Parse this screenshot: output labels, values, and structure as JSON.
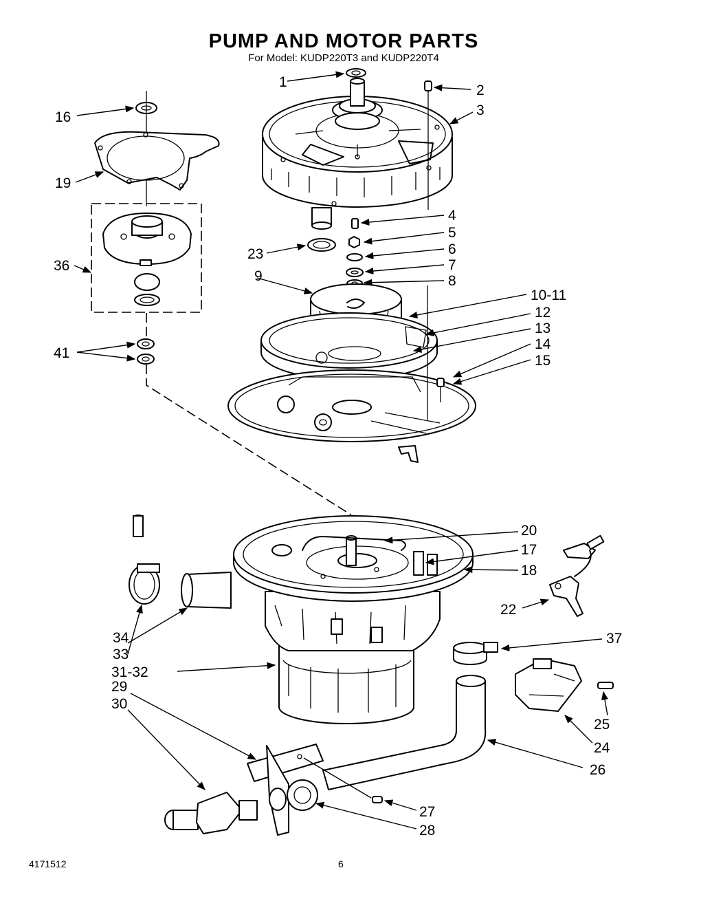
{
  "title": "PUMP AND MOTOR PARTS",
  "subtitle": "For Model: KUDP220T3 and KUDP220T4",
  "doc_number": "4171512",
  "page_number": "6",
  "callouts": [
    "1",
    "2",
    "3",
    "4",
    "5",
    "6",
    "7",
    "8",
    "9",
    "10-11",
    "12",
    "13",
    "14",
    "15",
    "16",
    "17",
    "18",
    "19",
    "20",
    "22",
    "23",
    "24",
    "25",
    "26",
    "27",
    "28",
    "29",
    "30",
    "31-32",
    "33",
    "34",
    "36",
    "37",
    "41"
  ]
}
